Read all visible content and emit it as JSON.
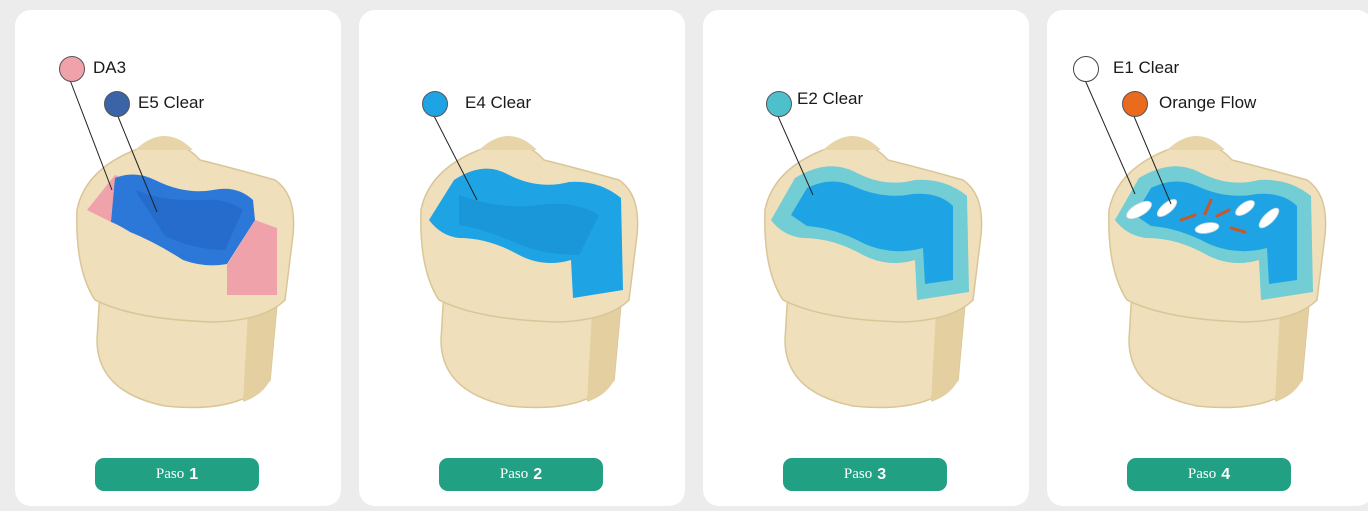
{
  "steps": [
    {
      "word": "Paso",
      "number": "1",
      "layers": [
        {
          "label": "DA3",
          "color": "#f0a2ab",
          "outline": false
        },
        {
          "label": "E5 Clear",
          "color": "#3b64a6",
          "outline": false
        }
      ]
    },
    {
      "word": "Paso",
      "number": "2",
      "layers": [
        {
          "label": "E4 Clear",
          "color": "#1ea4e4",
          "outline": false
        }
      ]
    },
    {
      "word": "Paso",
      "number": "3",
      "layers": [
        {
          "label": "E2 Clear",
          "color": "#4ec0cb",
          "outline": false
        }
      ]
    },
    {
      "word": "Paso",
      "number": "4",
      "layers": [
        {
          "label": "E1 Clear",
          "color": "#ffffff",
          "outline": true
        },
        {
          "label": "Orange Flow",
          "color": "#ea6a1e",
          "outline": false
        }
      ]
    }
  ],
  "colors": {
    "tooth": "#efdfbb",
    "tooth_shade": "#d9c597",
    "step_button": "#22a083",
    "card_bg": "#ffffff",
    "page_bg": "#ececec"
  }
}
